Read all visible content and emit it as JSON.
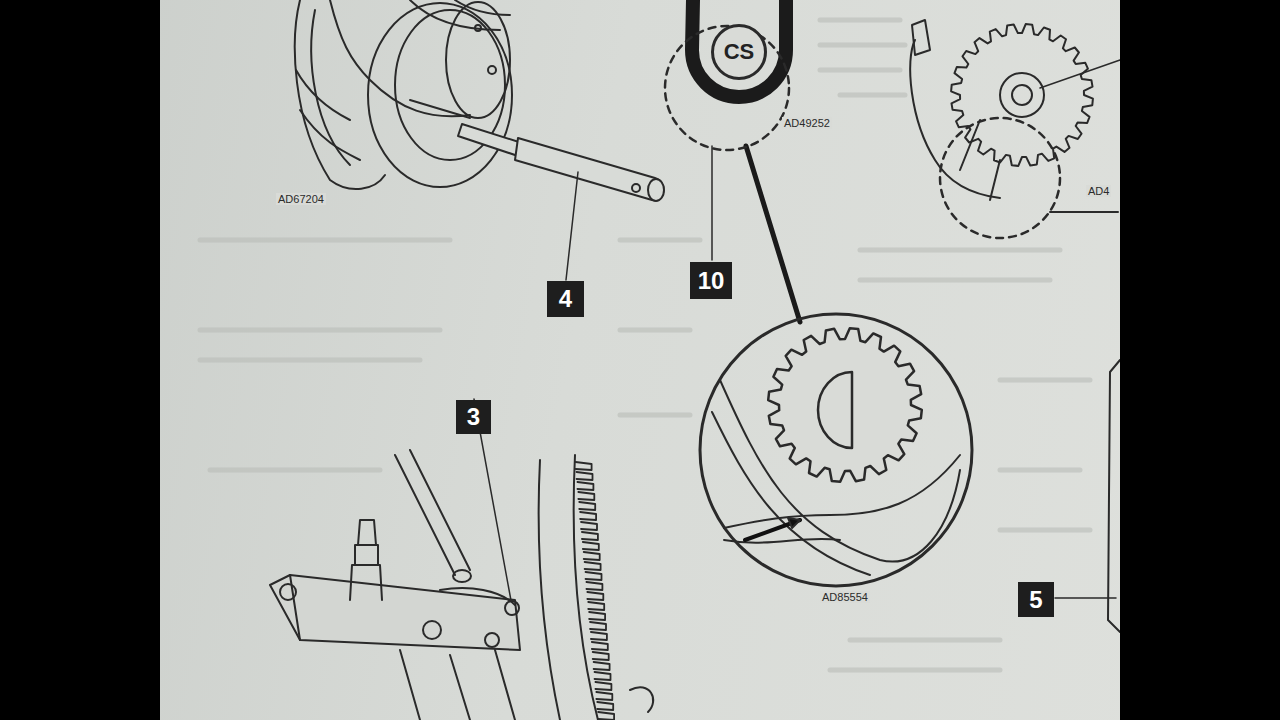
{
  "diagram": {
    "nodes": [
      {
        "text": [
          "CS"
        ]
      },
      {
        "text": [
          "10"
        ]
      },
      {
        "text": [
          "4"
        ]
      },
      {
        "text": [
          "3"
        ]
      },
      {
        "text": [
          "5"
        ]
      }
    ],
    "labels": [
      "AD67204",
      "AD49252",
      "AD85554",
      "AD4"
    ]
  }
}
